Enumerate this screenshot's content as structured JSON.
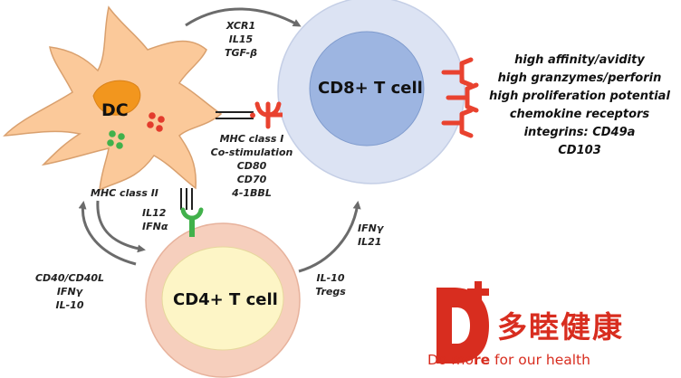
{
  "cells": {
    "dc": "DC",
    "cd8": "CD8+ T cell",
    "cd4": "CD4+ T cell"
  },
  "labels": {
    "dc_to_cd8_top": [
      "XCR1",
      "IL15",
      "TGF-β"
    ],
    "mhc1_block": [
      "MHC class I",
      "Co-stimulation",
      "CD80",
      "CD70",
      "4-1BBL"
    ],
    "mhc2": "MHC class II",
    "dc_to_cd4": [
      "IL12",
      "IFNα"
    ],
    "cd4_to_dc": [
      "CD40/CD40L",
      "IFNγ",
      "IL-10"
    ],
    "cd4_reg": [
      "IL-10",
      "Tregs"
    ],
    "cd4_to_cd8": [
      "IFNγ",
      "IL21"
    ]
  },
  "cd8_properties": [
    "high affinity/avidity",
    "high granzymes/perforin",
    "high proliferation potential",
    "chemokine receptors",
    "integrins: CD49a",
    "CD103"
  ],
  "brand": {
    "logo_letter": "D",
    "name_cn": "多睦健康",
    "slogan_prefix": "Do mo",
    "slogan_highlight": "re",
    "slogan_suffix": " for our health"
  },
  "colors": {
    "dc_body": "#fbc99a",
    "dc_nucleus": "#f2961e",
    "cd8_outer": "#dce3f3",
    "cd8_inner": "#9db5e1",
    "cd4_outer": "#f6cfbd",
    "cd4_inner": "#fdf5c6",
    "receptor_red": "#e9422f",
    "receptor_green": "#41b14b",
    "brand_red": "#d82d1f"
  }
}
